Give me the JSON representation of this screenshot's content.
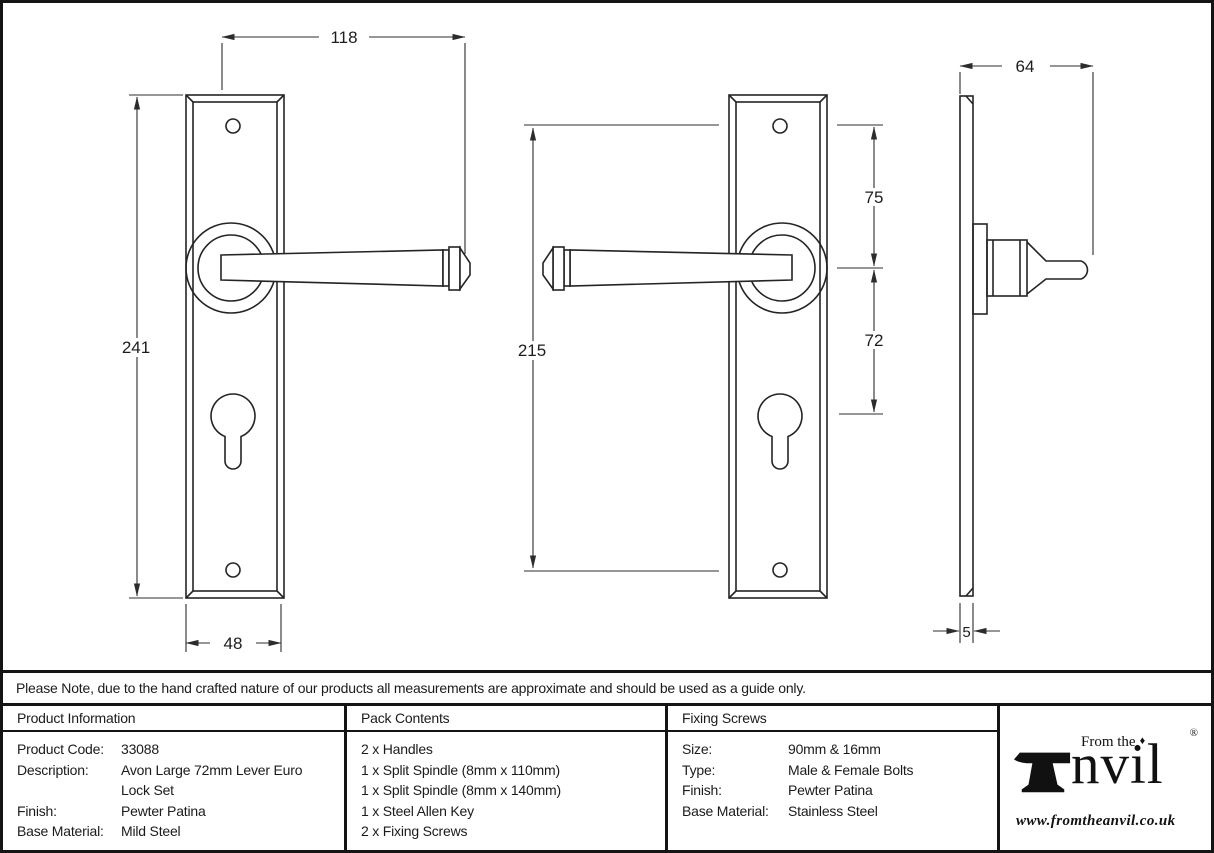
{
  "drawing": {
    "front_view": {
      "dims": {
        "width": "118",
        "height": "241",
        "plate_width": "48"
      }
    },
    "reverse_view": {
      "dims": {
        "screw_centres": "215",
        "screw_to_lever": "75",
        "lever_to_cylinder": "72"
      }
    },
    "side_view": {
      "dims": {
        "projection": "64",
        "plate_thickness": "5"
      }
    }
  },
  "note": {
    "text": "Please Note, due to the hand crafted nature of our products all measurements are approximate and should be used as a guide only."
  },
  "table": {
    "product_information": {
      "header": "Product Information",
      "rows": [
        {
          "label": "Product Code:",
          "value": "33088"
        },
        {
          "label": "Description:",
          "value": "Avon Large 72mm Lever Euro Lock Set"
        },
        {
          "label": "Finish:",
          "value": "Pewter Patina"
        },
        {
          "label": "Base Material:",
          "value": "Mild Steel"
        }
      ]
    },
    "pack_contents": {
      "header": "Pack Contents",
      "items": [
        "2 x Handles",
        "1 x Split Spindle (8mm x 110mm)",
        "1 x Split Spindle (8mm x 140mm)",
        "1 x Steel Allen Key",
        "2 x Fixing Screws"
      ]
    },
    "fixing_screws": {
      "header": "Fixing Screws",
      "rows": [
        {
          "label": "Size:",
          "value": "90mm & 16mm"
        },
        {
          "label": "Type:",
          "value": "Male & Female Bolts"
        },
        {
          "label": "Finish:",
          "value": "Pewter Patina"
        },
        {
          "label": "Base Material:",
          "value": "Stainless Steel"
        }
      ]
    }
  },
  "logo": {
    "tagline": "From the",
    "diamond": "♦",
    "brand_suffix": "nvil",
    "registered": "®",
    "website": "www.fromtheanvil.co.uk"
  }
}
